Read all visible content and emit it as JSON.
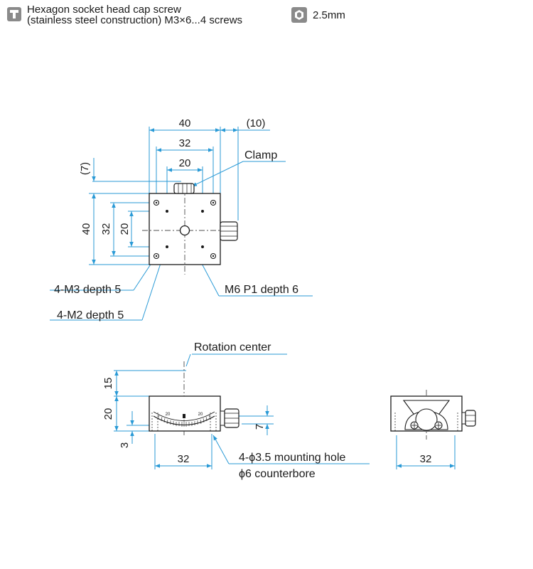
{
  "header": {
    "screw_line1": "Hexagon socket head cap screw",
    "screw_line2": "(stainless steel construction) M3×6...4 screws",
    "hex_key_size": "2.5mm"
  },
  "top_view": {
    "dim_width_outer": "40",
    "dim_width_holes32": "32",
    "dim_width_holes20": "20",
    "dim_clamp_offset": "(10)",
    "dim_left_offset": "(7)",
    "dim_height_outer": "40",
    "dim_height_holes32": "32",
    "dim_height_holes20": "20",
    "label_clamp": "Clamp",
    "label_m3": "4-M3 depth 5",
    "label_m2": "4-M2 depth 5",
    "label_m6": "M6 P1 depth 6"
  },
  "side_view": {
    "label_rotation_center": "Rotation center",
    "dim_15": "15",
    "dim_20": "20",
    "dim_3": "3",
    "dim_7": "7",
    "dim_32": "32",
    "scale_left": "20",
    "scale_right": "20",
    "label_mounting_hole": "4-ϕ3.5 mounting hole",
    "label_counterbore": "ϕ6 counterbore"
  },
  "front_view": {
    "dim_32": "32"
  },
  "colors": {
    "dimension": "#2a9ad6",
    "outline": "#1a1a1a",
    "icon_bg": "#8a8a8a"
  }
}
